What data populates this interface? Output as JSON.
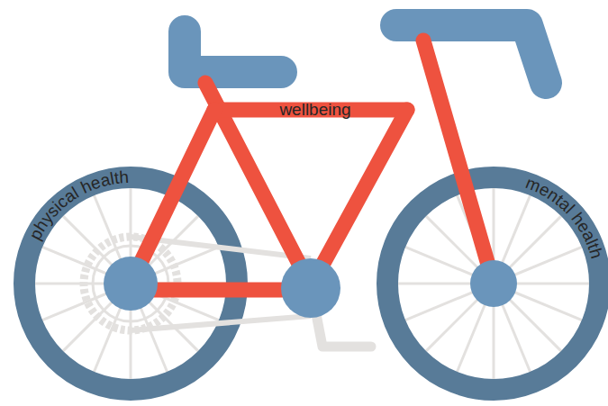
{
  "diagram": {
    "labels": [
      "wellbeing",
      "physical health",
      "mental health"
    ]
  }
}
